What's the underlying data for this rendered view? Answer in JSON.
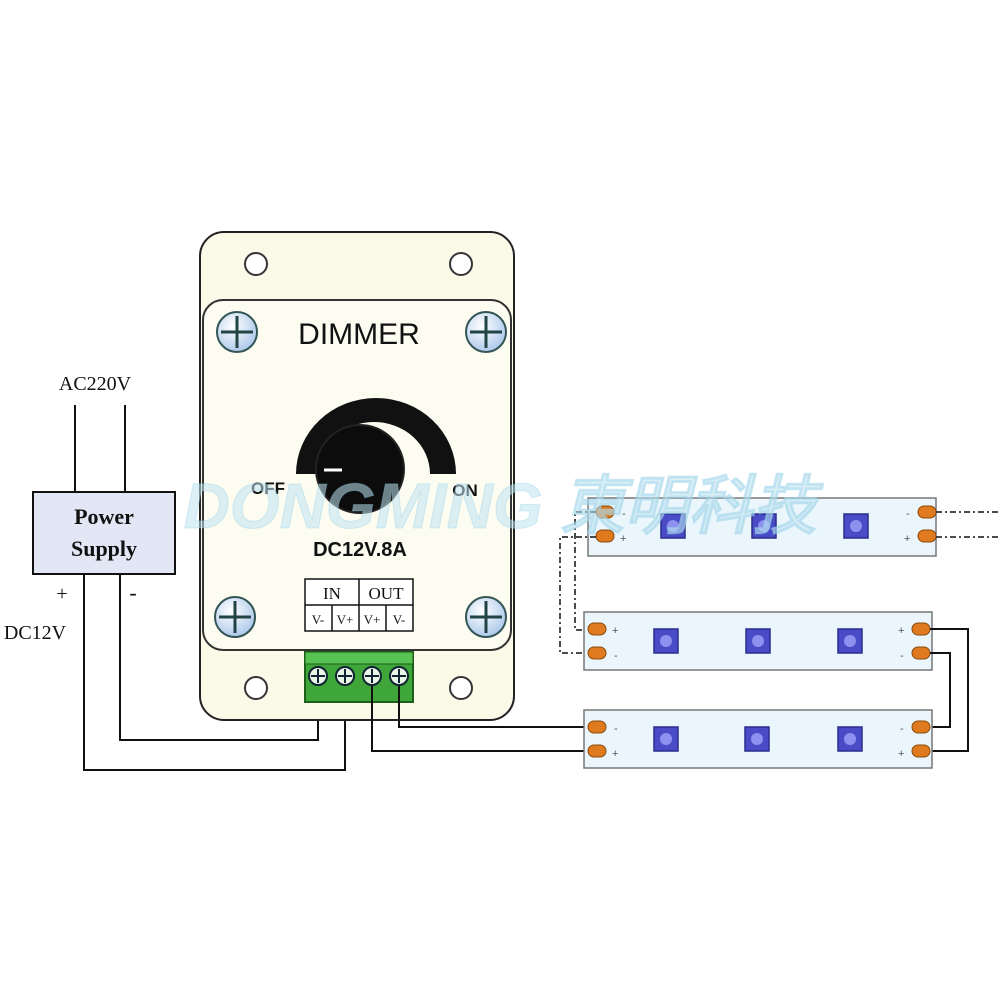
{
  "supply": {
    "ac_label": "AC220V",
    "line1": "Power",
    "line2": "Supply",
    "plus": "+",
    "minus": "-",
    "dc_label": "DC12V"
  },
  "dimmer": {
    "title": "DIMMER",
    "off_label": "OFF",
    "on_label": "ON",
    "rating": "DC12V.8A",
    "in_label": "IN",
    "out_label": "OUT",
    "terminals": [
      "V-",
      "V+",
      "V+",
      "V-"
    ]
  },
  "strip": {
    "plus": "+",
    "minus": "-"
  },
  "watermark": "DONGMING 東明科技",
  "colors": {
    "panel": "#fbf9e8",
    "terminal_block": "#3fa63a",
    "supply_box": "#e3e6f5",
    "strip_fill": "#eaf6fb",
    "led": "#4a4cc7",
    "pad": "#e07a1e",
    "screw": "#cfe0f5",
    "watermark": "#bfe3f2"
  }
}
